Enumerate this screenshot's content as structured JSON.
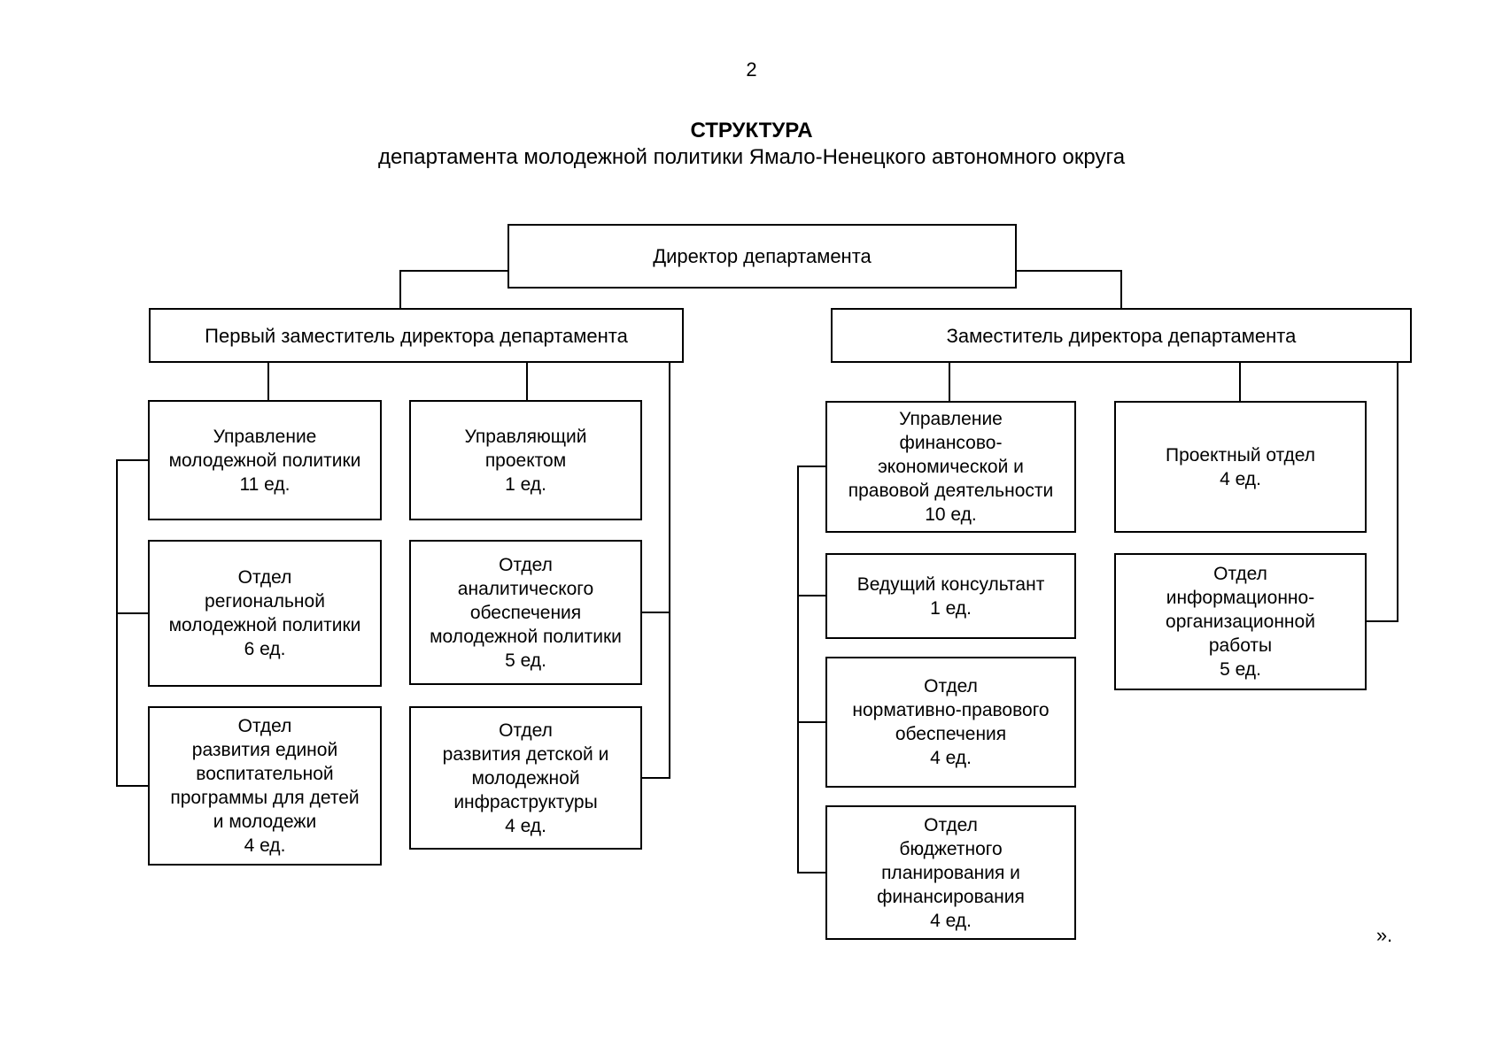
{
  "page": {
    "number": "2",
    "closing_mark": "»."
  },
  "header": {
    "title": "СТРУКТУРА",
    "subtitle": "департамента молодежной политики Ямало-Ненецкого автономного округа"
  },
  "colors": {
    "ink": "#000000",
    "box_border": "#000000",
    "box_fill": "#ffffff",
    "page_background": "#ffffff"
  },
  "org_chart": {
    "director": "Директор департамента",
    "first_deputy": "Первый заместитель директора департамента",
    "deputy": "Заместитель директора департамента",
    "units": {
      "youth_policy_directorate": [
        "Управление",
        "молодежной политики",
        "11 ед."
      ],
      "project_manager": [
        "Управляющий",
        "проектом",
        "1 ед."
      ],
      "regional_youth_policy": [
        "Отдел",
        "региональной",
        "молодежной политики",
        "6 ед."
      ],
      "analytical_support": [
        "Отдел",
        "аналитического",
        "обеспечения",
        "молодежной политики",
        "5 ед."
      ],
      "unified_upbringing_program": [
        "Отдел",
        "развития единой",
        "воспитательной",
        "программы для детей",
        "и молодежи",
        "4 ед."
      ],
      "children_youth_infrastructure": [
        "Отдел",
        "развития детской и",
        "молодежной",
        "инфраструктуры",
        "4 ед."
      ],
      "finance_economic_legal": [
        "Управление",
        "финансово-",
        "экономической и",
        "правовой деятельности",
        "10 ед."
      ],
      "project_department": [
        "Проектный отдел",
        "4 ед."
      ],
      "leading_consultant": [
        "Ведущий консультант",
        "1 ед."
      ],
      "information_organizational": [
        "Отдел",
        "информационно-",
        "организационной",
        "работы",
        "5 ед."
      ],
      "legal_regulatory_support": [
        "Отдел",
        "нормативно-правового",
        "обеспечения",
        "4 ед."
      ],
      "budget_planning_financing": [
        "Отдел",
        "бюджетного",
        "планирования и",
        "финансирования",
        "4 ед."
      ]
    }
  }
}
